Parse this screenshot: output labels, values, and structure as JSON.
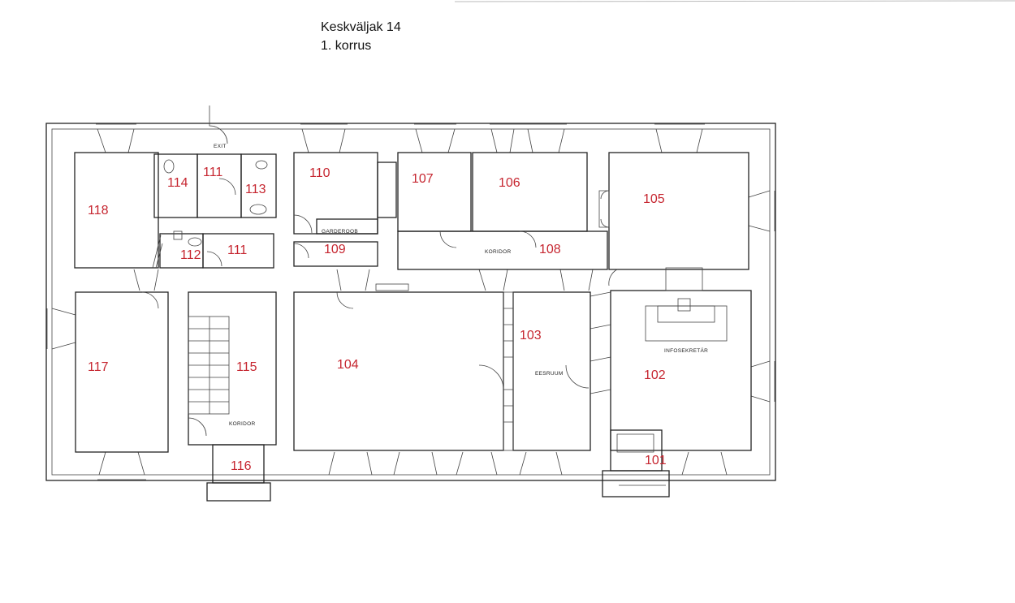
{
  "header": {
    "address": "Keskväljak 14",
    "floor": "1. korrus"
  },
  "rooms": {
    "r101": "101",
    "r102": "102",
    "r103": "103",
    "r104": "104",
    "r105": "105",
    "r106": "106",
    "r107": "107",
    "r108": "108",
    "r109": "109",
    "r110": "110",
    "r111a": "111",
    "r111b": "111",
    "r112": "112",
    "r113": "113",
    "r114": "114",
    "r115": "115",
    "r116": "116",
    "r117": "117",
    "r118": "118"
  },
  "annotations": {
    "exit": "EXIT",
    "garderoob": "GARDEROOB",
    "koridor_top": "KORIDOR",
    "koridor_left": "KORIDOR",
    "infosekretar": "INFOSEKRETÄR",
    "eesruum": "EESRUUM"
  },
  "colors": {
    "room_number": "#c62630",
    "walls": "#222222"
  }
}
